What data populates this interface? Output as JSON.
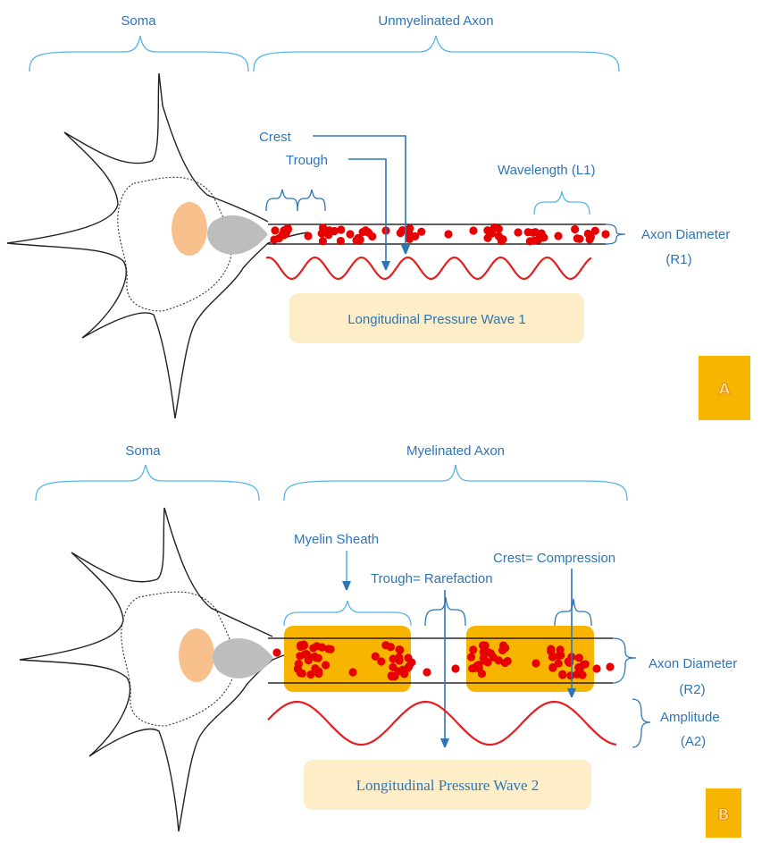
{
  "panel_a": {
    "soma_label": "Soma",
    "axon_label": "Unmyelinated Axon",
    "crest_label": "Crest",
    "trough_label": "Trough",
    "wavelength_label": "Wavelength (L1)",
    "diameter_label": "Axon Diameter",
    "diameter_symbol": "(R1)",
    "wave_label": "Longitudinal Pressure Wave 1",
    "badge": "A"
  },
  "panel_b": {
    "soma_label": "Soma",
    "axon_label": "Myelinated Axon",
    "myelin_label": "Myelin Sheath",
    "trough_label": "Trough= Rarefaction",
    "crest_label": "Crest= Compression",
    "diameter_label": "Axon Diameter",
    "diameter_symbol": "(R2)",
    "amplitude_label": "Amplitude",
    "amplitude_symbol": "(A2)",
    "wave_label": "Longitudinal Pressure Wave 2",
    "badge": "B"
  },
  "colors": {
    "label_blue": "#2e75b6",
    "brace_blue": "#56b4e9",
    "particle_red": "#e60000",
    "wave_red": "#e31f1f",
    "nucleus": "#f8c08c",
    "hillock": "#bdbdbd",
    "myelin": "#f7b500",
    "wave_box": "#fdeec8",
    "badge": "#f7b500"
  },
  "icons": [
    "neuron-cell-icon",
    "nucleus-icon",
    "axon-hillock-icon",
    "pointer-arrow-icon",
    "curly-brace-icon"
  ]
}
